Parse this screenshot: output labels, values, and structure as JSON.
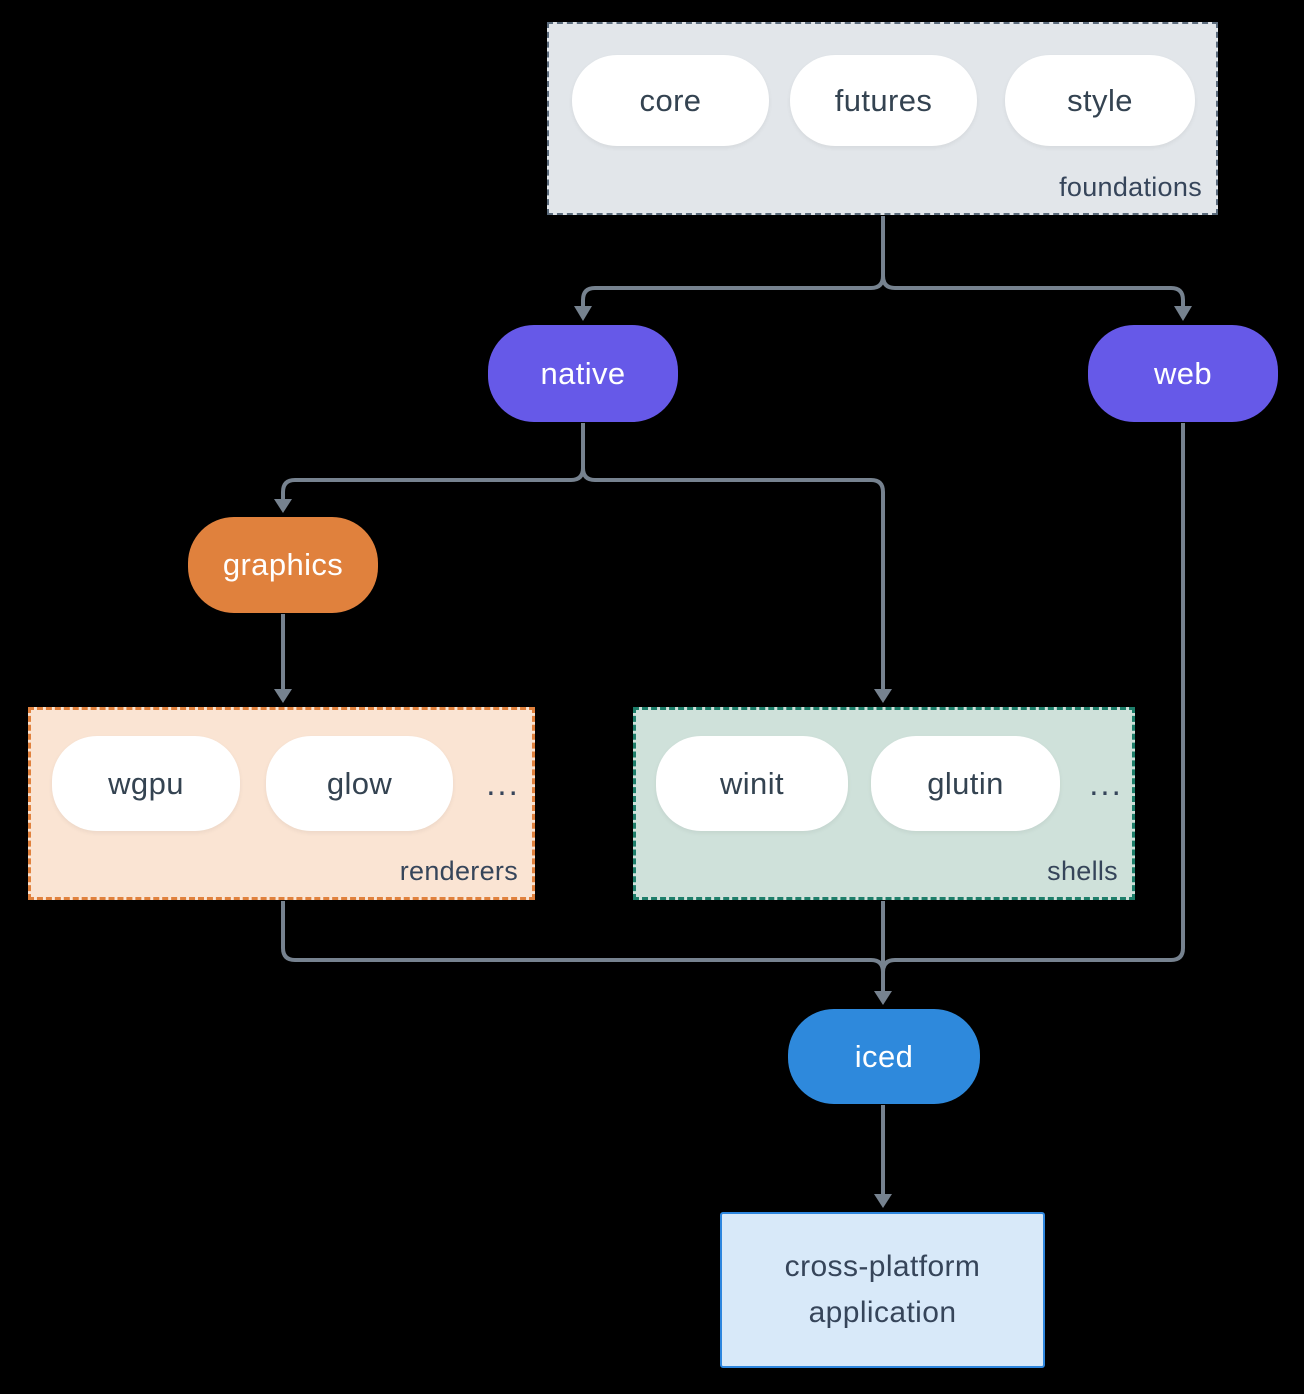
{
  "diagram": {
    "foundations": {
      "label": "foundations",
      "pills": [
        "core",
        "futures",
        "style"
      ]
    },
    "native": {
      "label": "native"
    },
    "web": {
      "label": "web"
    },
    "graphics": {
      "label": "graphics"
    },
    "renderers": {
      "label": "renderers",
      "pills": [
        "wgpu",
        "glow"
      ],
      "ellipsis": "..."
    },
    "shells": {
      "label": "shells",
      "pills": [
        "winit",
        "glutin"
      ],
      "ellipsis": "..."
    },
    "iced": {
      "label": "iced"
    },
    "application": {
      "label": "cross-platform application"
    }
  },
  "colors": {
    "background": "#000000",
    "foundations_fill": "#e2e6ea",
    "foundations_border": "#5b6b7c",
    "purple_node": "#6659e8",
    "orange_node": "#e0813d",
    "renderers_fill": "#fae4d3",
    "renderers_border": "#e0813d",
    "shells_fill": "#cfe1da",
    "shells_border": "#1e7e6a",
    "iced_blue": "#2e89dc",
    "app_fill": "#d8e9f9",
    "app_border": "#2e86de",
    "arrow": "#76828f",
    "text_dark": "#36455a",
    "pill_fill": "#ffffff"
  }
}
